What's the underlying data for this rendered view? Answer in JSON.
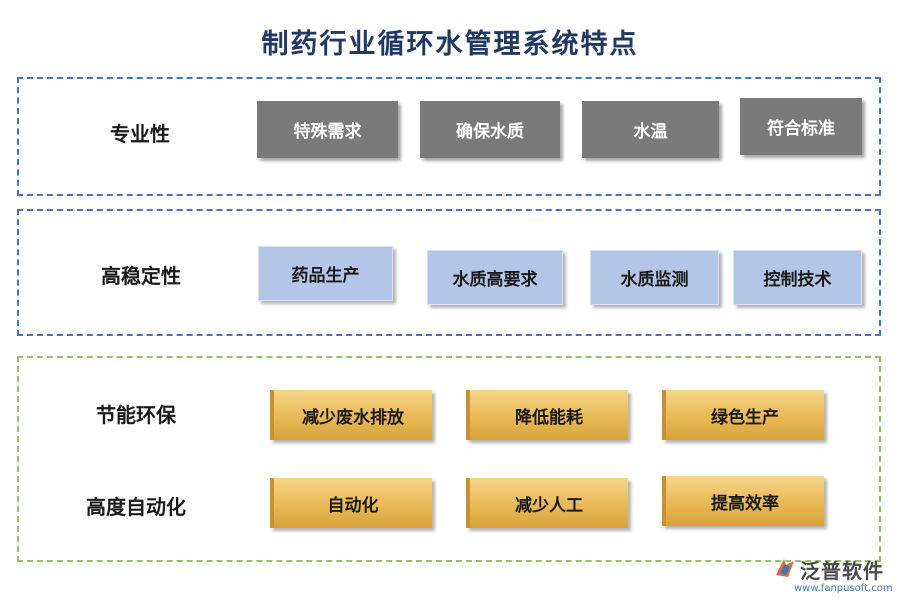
{
  "title": "制药行业循环水管理系统特点",
  "sections": [
    {
      "label": "专业性",
      "items": [
        "特殊需求",
        "确保水质",
        "水温",
        "符合标准"
      ]
    },
    {
      "label": "高稳定性",
      "items": [
        "药品生产",
        "水质高要求",
        "水质监测",
        "控制技术"
      ]
    },
    {
      "label": "节能环保",
      "items": [
        "减少废水排放",
        "降低能耗",
        "绿色生产"
      ]
    },
    {
      "label": "高度自动化",
      "items": [
        "自动化",
        "减少人工",
        "提高效率"
      ]
    }
  ],
  "logo": {
    "name": "泛普软件",
    "url": "www.fanpusoft.com"
  },
  "colors": {
    "title": "#1f3864",
    "panel_border_blue": "#4472c4",
    "panel_border_green": "#92c560",
    "box_gray": "#7a7a7a",
    "box_blue": "#b4c6e7",
    "box_gold": "#e8b955"
  }
}
